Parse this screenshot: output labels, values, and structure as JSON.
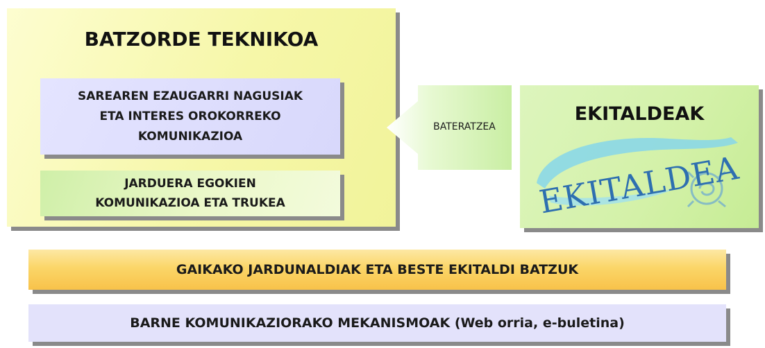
{
  "left_panel": {
    "title": "BATZORDE TEKNIKOA",
    "box_top": "SAREAREN EZAUGARRI NAGUSIAK\nETA INTERES OROKORREKO\nKOMUNIKAZIOA",
    "box_bottom": "JARDUERA EGOKIEN\nKOMUNIKAZIOA ETA TRUKEA"
  },
  "arrow": {
    "label": "BATERATZEA"
  },
  "right_panel": {
    "title": "EKITALDEAK",
    "logo_text": "EKITALDEA"
  },
  "bottom_bars": {
    "first": "GAIKAKO JARDUNALDIAK ETA BESTE EKITALDI BATZUK",
    "second": "BARNE KOMUNIKAZIORAKO MEKANISMOAK (Web orria, e-buletina)"
  },
  "colors": {
    "left_panel_bg": "#f6f7a8",
    "blue_box_bg": "#d8d8fb",
    "green_box_bg": "#ebf8c9",
    "right_panel_bg": "#d3f1a8",
    "orange_bar_bg": "#fbd668",
    "lavender_bar_bg": "#e3e2fb",
    "arrow_fill": "#d8f5b7",
    "logo_swoosh": "#7fd3e8",
    "logo_text": "#2e6fb0",
    "shadow": "#8a8a8a"
  }
}
